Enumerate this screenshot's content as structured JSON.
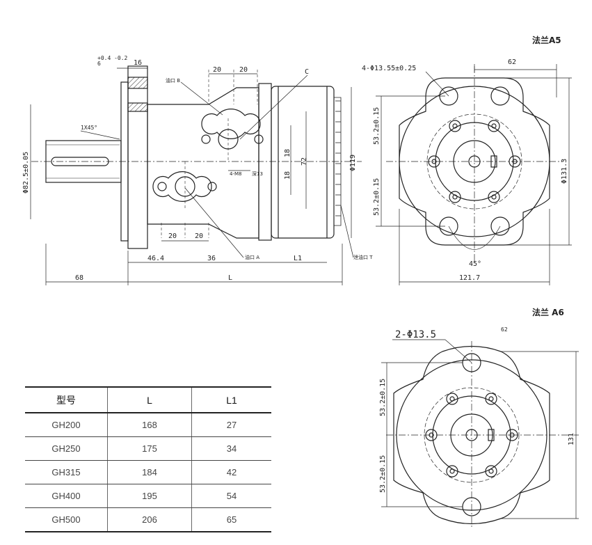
{
  "flange_titles": {
    "a5": "法兰A5",
    "a6": "法兰 A6"
  },
  "side_view": {
    "chamfer_tol": "+0.4\n-0.2",
    "chamfer_base": "6",
    "d16": "16",
    "chamfer": "1X45°",
    "shaft_dia": "Φ82.5±0.05",
    "d20a": "20",
    "d20b": "20",
    "port_c": "C",
    "port_b": "油口 B",
    "d18a": "18",
    "d18b": "18",
    "d72": "72",
    "d119": "Φ119",
    "thread": "4-M8",
    "thread_depth": "深13",
    "d20c": "20",
    "d20d": "20",
    "port_a": "油口 A",
    "drain": "泄油口 T",
    "d46": "46.4",
    "d36": "36",
    "l1": "L1",
    "d68": "68",
    "l": "L"
  },
  "a5_view": {
    "holes": "4-Φ13.55±0.25",
    "d62": "62",
    "d53u": "53.2±0.15",
    "d53l": "53.2±0.15",
    "d131": "Φ131.3",
    "angle": "45°",
    "d121": "121.7"
  },
  "a6_view": {
    "holes": "2-Φ13.5",
    "d62": "62",
    "d53u": "53.2±0.15",
    "d53l": "53.2±0.15",
    "d131": "131"
  },
  "spec_table": {
    "headers": [
      "型号",
      "L",
      "L1"
    ],
    "rows": [
      [
        "GH200",
        "168",
        "27"
      ],
      [
        "GH250",
        "175",
        "34"
      ],
      [
        "GH315",
        "184",
        "42"
      ],
      [
        "GH400",
        "195",
        "54"
      ],
      [
        "GH500",
        "206",
        "65"
      ]
    ]
  }
}
